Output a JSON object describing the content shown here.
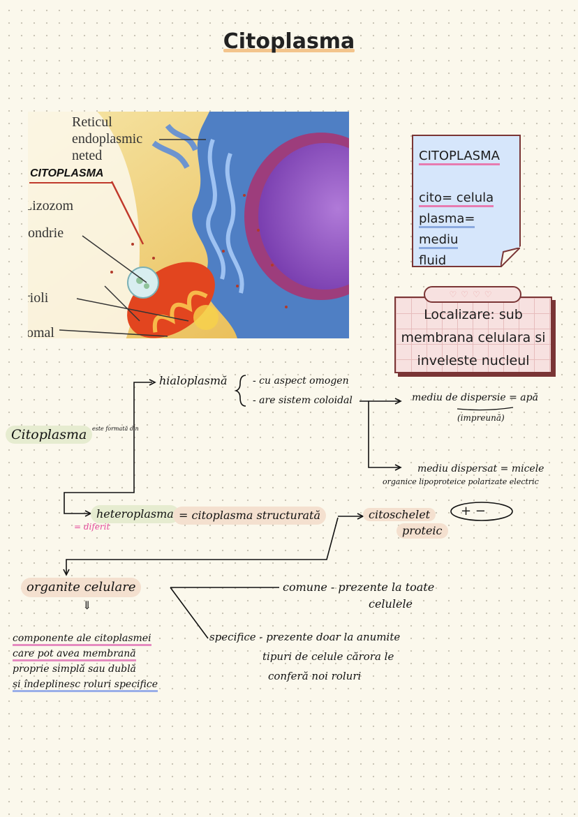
{
  "title": "Citoplasma",
  "illustration": {
    "labels": {
      "reticul": "Reticul",
      "endoplasmic": "endoplasmic",
      "neted": "neted",
      "citoplasma": "CITOPLASMA",
      "lizozom": "Lizozom",
      "mitocondrie": "ondrie",
      "nucleoli": "rioli",
      "ribozomal": "omal"
    }
  },
  "note_card": {
    "heading": "CITOPLASMA",
    "line1": "cito= celula",
    "line2": "plasma= mediu",
    "line3": "fluid"
  },
  "localization_box": {
    "tab_decoration": "♡♡♡♡",
    "line1": "Localizare: sub",
    "line2": "membrana celulara si",
    "line3": "inveleste nucleul"
  },
  "map": {
    "root": "Citoplasma",
    "root_sub": "este formată din",
    "hialoplasma": "hialoplasmă",
    "hialo_point1": "- cu aspect omogen",
    "hialo_point2": "- are sistem coloidal",
    "mediu_dispersie": "mediu de dispersie = apă",
    "mediu_dispersie_2": "(impreună)",
    "mediu_dispersat": "mediu dispersat = micele",
    "mediu_dispersat_2": "organice lipoproteice polarizate electric",
    "charges": "+  −",
    "heteroplasma": "heteroplasma",
    "heteroplasma_note": "= diferit",
    "citoplasma_structurata": "= citoplasma structurată",
    "citoschelet": "citoschelet",
    "citoschelet_2": "proteic",
    "organite": "organite celulare",
    "arrow_down": "⇓",
    "organite_def_1": "componente ale citoplasmei",
    "organite_def_2": "care pot avea membrană",
    "organite_def_3": "proprie simplă sau dublă",
    "organite_def_4": "și îndeplinesc roluri specifice",
    "comune": "comune - prezente la toate",
    "comune_2": "celulele",
    "specifice": "specifice - prezente doar la anumite",
    "specifice_2": "tipuri de celule cărora le",
    "specifice_3": "conferă noi roluri"
  },
  "colors": {
    "title_highlight": "#f3c48c",
    "note_bg": "#d6e6fb",
    "box_border": "#7a3535",
    "loc_bg": "#f7e1e0",
    "pink_highlight": "#e58bc0",
    "blue_highlight": "#9aaee8"
  }
}
